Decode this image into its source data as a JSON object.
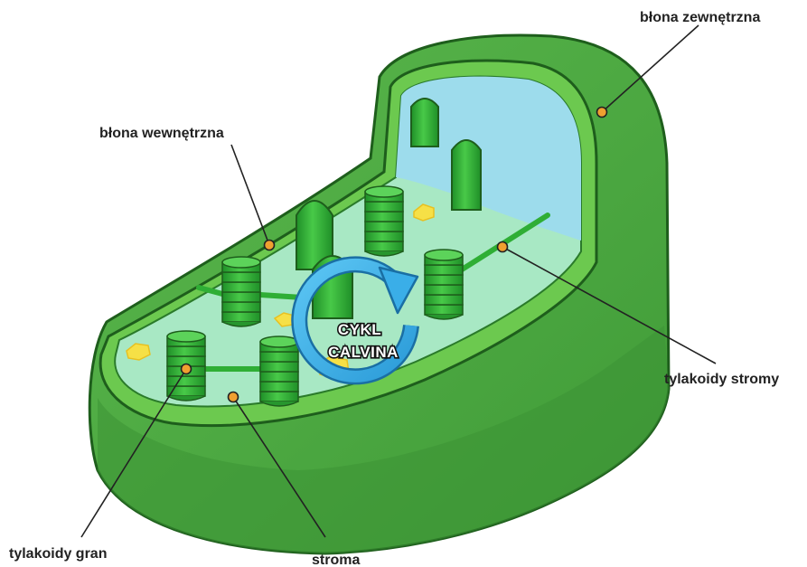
{
  "labels": {
    "outer_membrane": "błona zewnętrzna",
    "inner_membrane": "błona wewnętrzna",
    "stroma_thylakoids": "tylakoidy stromy",
    "grana_thylakoids": "tylakoidy gran",
    "stroma": "stroma"
  },
  "cycle": {
    "line1": "CYKL",
    "line2": "CALVINA"
  },
  "colors": {
    "outer_membrane": "#45a53c",
    "outer_dark": "#2e7d2a",
    "inner_membrane": "#62bf4a",
    "stroma": "#a6e6c2",
    "lumen": "#9ddcec",
    "thylakoid": "#3cbd3c",
    "thylakoid_dark": "#1f8a2a",
    "starch": "#f6e046",
    "cycle_arrow": "#3aaee8",
    "label_dot": "#f0a030"
  }
}
